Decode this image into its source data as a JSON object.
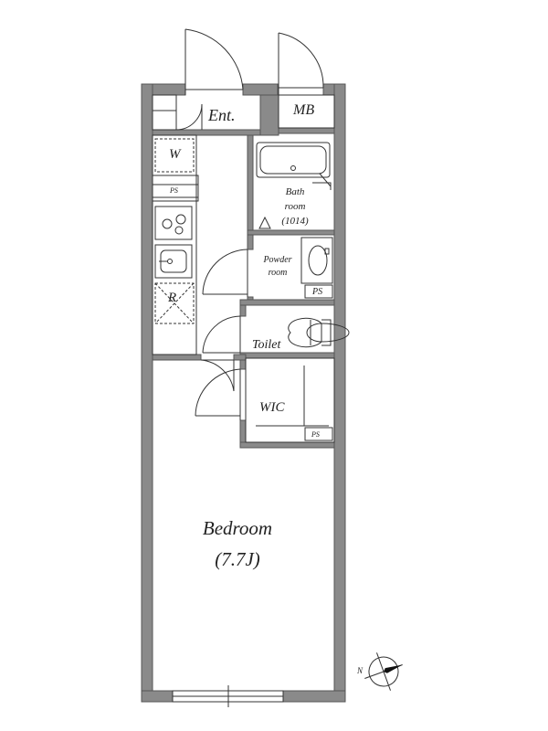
{
  "rooms": {
    "entrance": "Ent.",
    "meter_box": "MB",
    "washer": "W",
    "pipe_space": "PS",
    "refrigerator": "R",
    "bath_line1": "Bath",
    "bath_line2": "room",
    "bath_line3": "(1014)",
    "powder_line1": "Powder",
    "powder_line2": "room",
    "toilet": "Toilet",
    "wic": "WIC",
    "bedroom": "Bedroom",
    "bedroom_size": "(7.7J)"
  },
  "compass": {
    "north": "N"
  },
  "colors": {
    "wall": "#8a8a8a",
    "wall_edge": "#555555",
    "line": "#333333",
    "background": "#ffffff"
  }
}
